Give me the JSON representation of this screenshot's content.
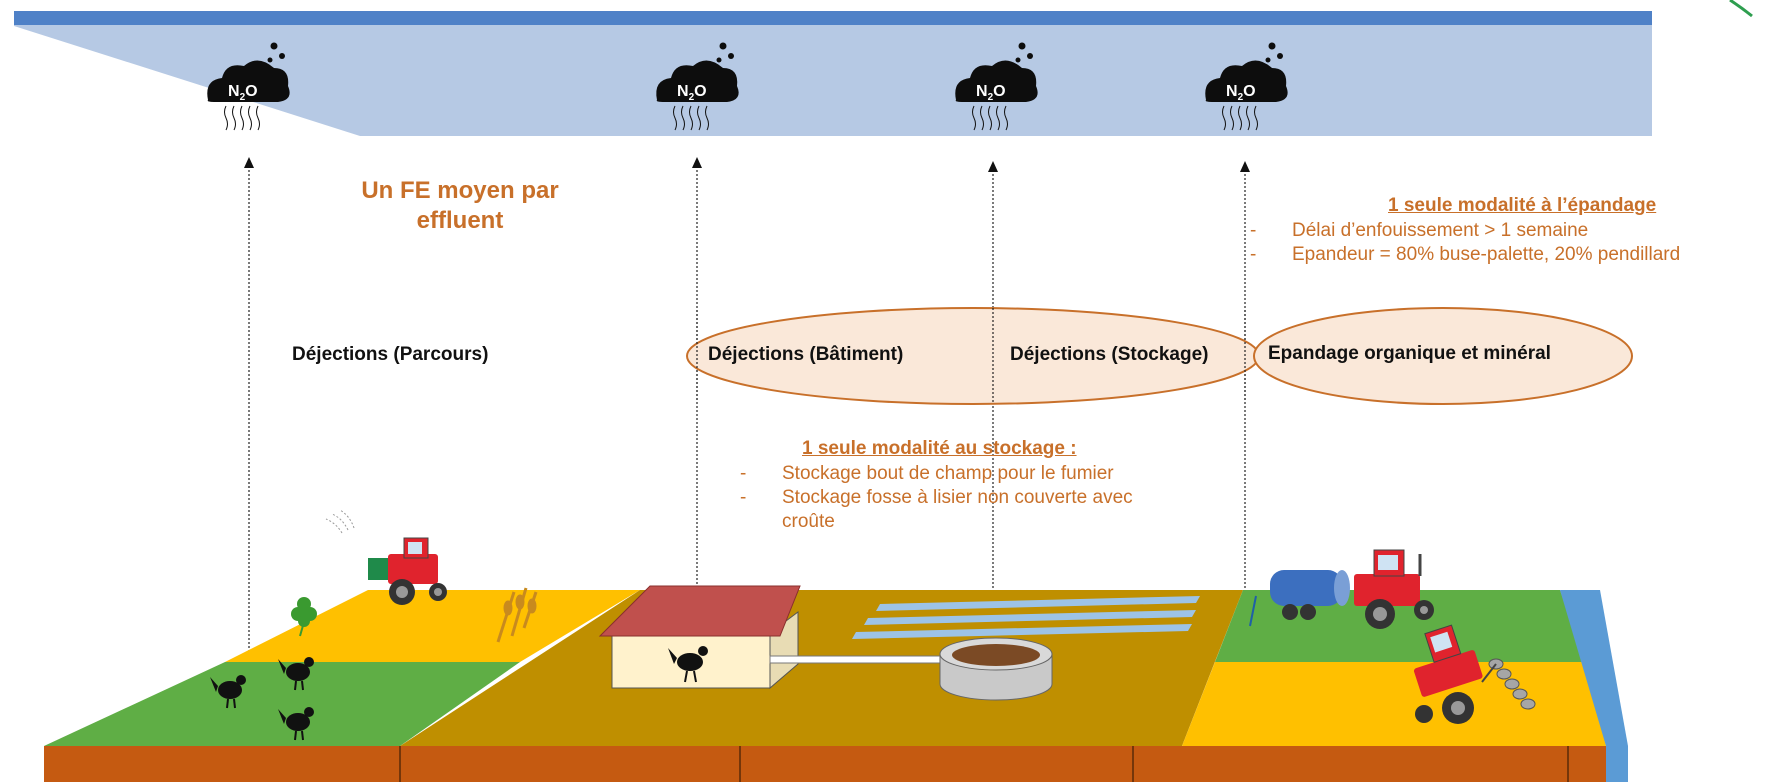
{
  "emission_label": {
    "main": "N",
    "sub": "2",
    "tail": "O"
  },
  "headline": [
    "Un FE moyen par",
    "effluent"
  ],
  "sources": {
    "parcours": "Déjections (Parcours)",
    "batiment": "Déjections (Bâtiment)",
    "stockage": "Déjections (Stockage)",
    "epandage": "Epandage organique et minéral"
  },
  "stockage_box": {
    "title": "1 seule modalité au stockage :",
    "items": [
      "Stockage bout de champ pour le fumier",
      "Stockage fosse à lisier non couverte avec croûte"
    ]
  },
  "epandage_box": {
    "title": "1 seule modalité à l’épandage",
    "items": [
      "Délai d’enfouissement > 1 semaine",
      "Epandeur = 80% buse-palette, 20% pendillard"
    ]
  },
  "bullet_char": "-",
  "colors": {
    "sky": "#b6c9e4",
    "sky_top": "#4f81c7",
    "text_orange": "#c8702a",
    "ellipse_fill": "#fae8d9",
    "grass": "#5fae45",
    "yellow_field": "#ffc000",
    "soil": "#bf8f00",
    "earth_front": "#c55a11",
    "water": "#5b9bd5",
    "roof": "#c0504d"
  }
}
